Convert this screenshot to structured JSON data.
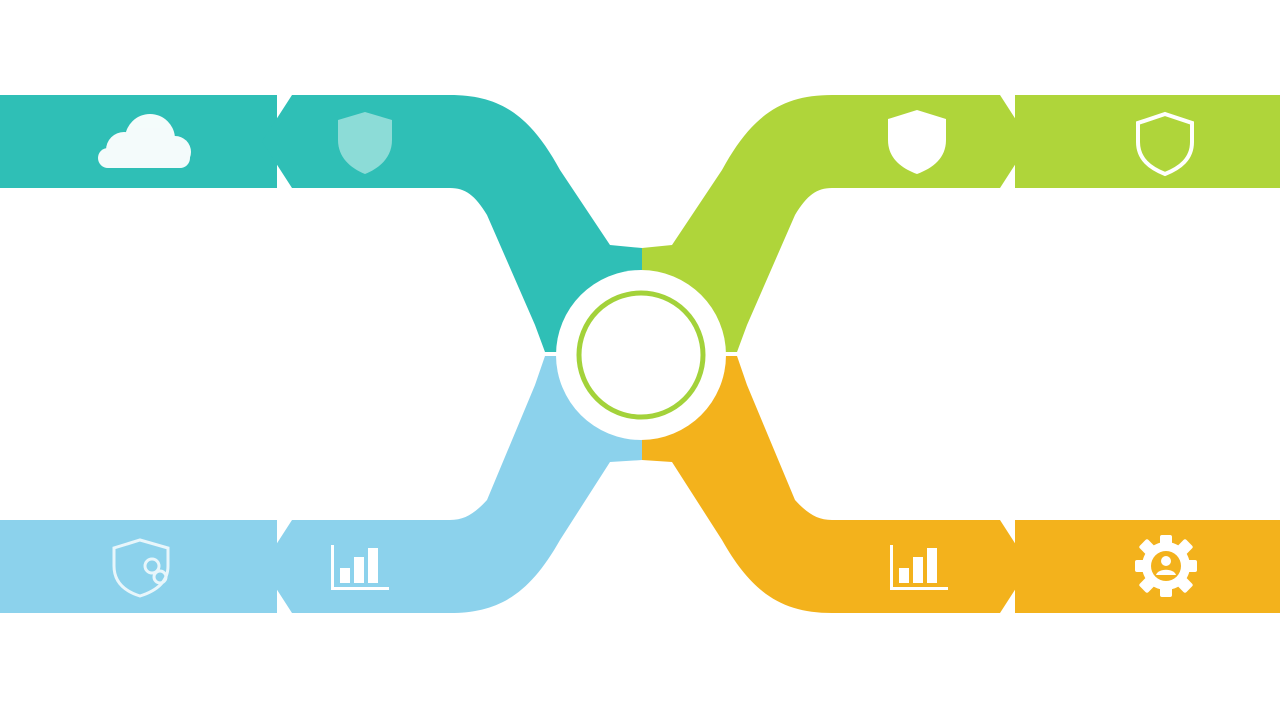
{
  "colors": {
    "teal": "#2fbfb6",
    "green": "#afd53a",
    "blue": "#8cd2ec",
    "orange": "#f3b21c",
    "ring_outer": "#ffffff",
    "ring_stroke": "#a3d23a",
    "icon": "#ffffff"
  },
  "branches": [
    {
      "id": "top-left",
      "color": "teal",
      "icons": [
        "cloud-icon",
        "shield-icon"
      ]
    },
    {
      "id": "top-right",
      "color": "green",
      "icons": [
        "shield-icon",
        "shield-outline-icon"
      ]
    },
    {
      "id": "bottom-left",
      "color": "blue",
      "icons": [
        "shield-link-icon",
        "bar-chart-icon"
      ]
    },
    {
      "id": "bottom-right",
      "color": "orange",
      "icons": [
        "bar-chart-icon",
        "user-gear-icon"
      ]
    }
  ],
  "center": {
    "icon": "hub-ring"
  }
}
